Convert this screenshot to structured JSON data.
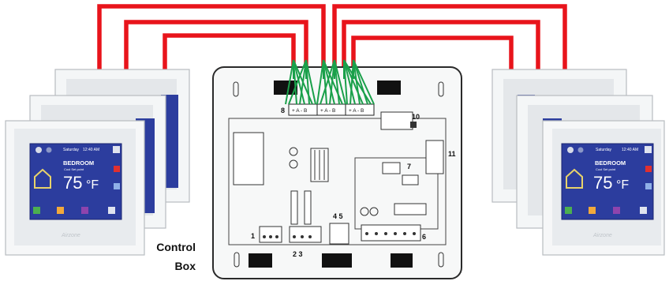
{
  "caption": {
    "line1": "Control",
    "line2": "Box"
  },
  "control_box": {
    "numbers": [
      "1",
      "2 3",
      "4 5",
      "6",
      "7",
      "8",
      "10",
      "11"
    ],
    "terminal_label": "+ A - B"
  },
  "thermostat": {
    "day": "Saturday",
    "time": "12:40 AM",
    "room": "BEDROOM",
    "mode": "Cool Set point",
    "temperature": "75",
    "unit": "°F",
    "brand": "Airzone"
  },
  "colors": {
    "wire": "#e8141b",
    "bus_wire": "#1aa04a",
    "screen": "#2c3d9e"
  }
}
